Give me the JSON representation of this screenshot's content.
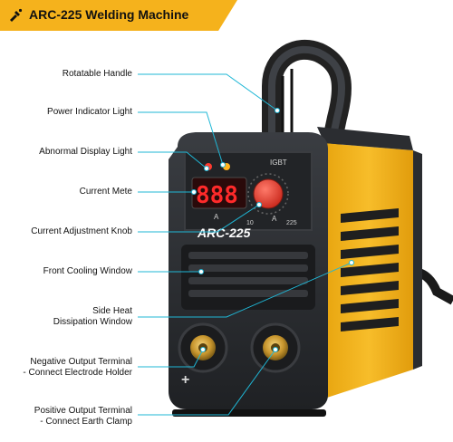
{
  "banner": {
    "title": "ARC-225 Welding Machine",
    "icon": "welding-torch-icon",
    "color": "#f5b21c"
  },
  "callouts": {
    "rotatable_handle": "Rotatable Handle",
    "power_indicator_light": "Power Indicator Light",
    "abnormal_display_light": "Abnormal Display Light",
    "current_meter": "Current Mete",
    "current_adjustment_knob": "Current Adjustment Knob",
    "front_cooling_window": "Front Cooling Window",
    "side_heat_line1": "Side Heat",
    "side_heat_line2": "Dissipation Window",
    "negative_line1": "Negative Output Terminal",
    "negative_line2": "- Connect Electrode Holder",
    "positive_line1": "Positive Output Terminal",
    "positive_line2": "- Connect Earth Clamp"
  },
  "machine": {
    "model": "ARC-225",
    "display_value": "888",
    "unit_a": "A",
    "scale_min": "10",
    "scale_max": "225",
    "unit_a2": "A",
    "badge": "IGBT",
    "body_color": "#f2b117",
    "casing_color": "#2a2c30",
    "display_color": "#ff2a2a",
    "callout_color": "#1fb7d6"
  }
}
